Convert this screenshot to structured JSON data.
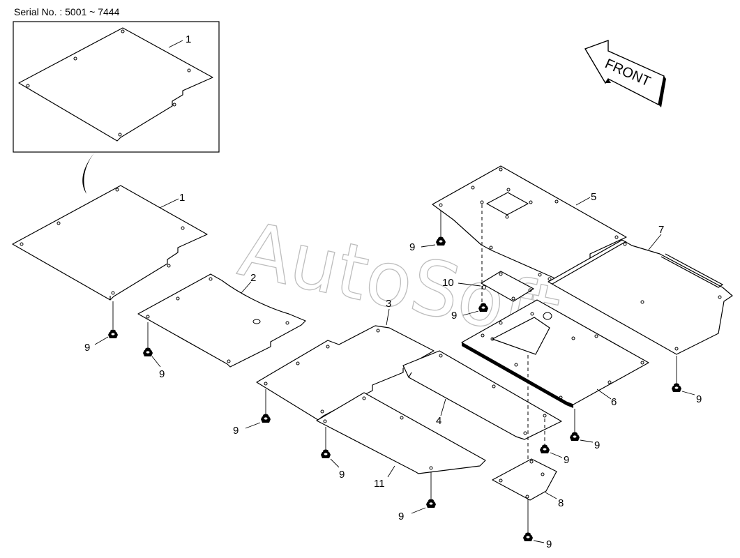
{
  "header": {
    "serial_label": "Serial No. : 5001 ~ 7444"
  },
  "front_arrow": {
    "label": "FRONT"
  },
  "watermark": {
    "text": "AutoSoft"
  },
  "callouts": {
    "inset_1": "1",
    "part_1": "1",
    "part_2": "2",
    "part_3": "3",
    "part_4": "4",
    "part_5": "5",
    "part_6": "6",
    "part_7": "7",
    "part_8": "8",
    "part_10": "10",
    "part_11": "11",
    "bolt_9": "9"
  }
}
